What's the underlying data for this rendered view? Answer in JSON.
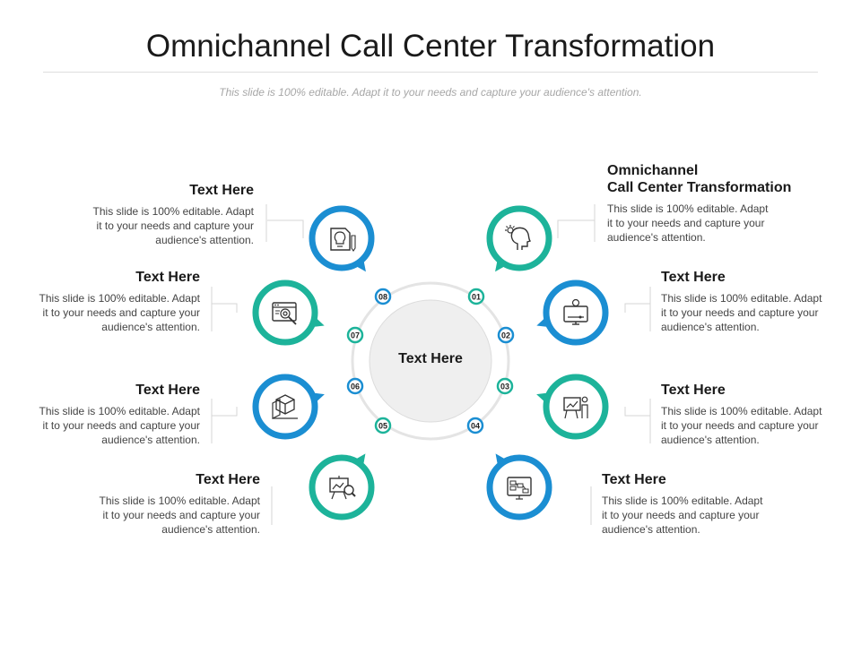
{
  "title": "Omnichannel Call Center Transformation",
  "subtitle": "This slide is 100% editable. Adapt it to your needs and capture your audience's attention.",
  "center_label": "Text Here",
  "colors": {
    "blue": "#1b8ed2",
    "green": "#1db39a",
    "ring_grey": "#e4e4e4",
    "center_grey": "#efefef",
    "line": "#d6d6d6"
  },
  "step_numbers": [
    "01",
    "02",
    "03",
    "04",
    "05",
    "06",
    "07",
    "08"
  ],
  "items": [
    {
      "title": "Omnichannel\nCall Center Transformation",
      "body": "This slide is 100% editable. Adapt\nit to your needs and capture your\naudience's attention.",
      "icon": "head-lightbulb-icon",
      "color": "green"
    },
    {
      "title": "Text Here",
      "body": "This slide is 100% editable. Adapt\nit to your needs and capture your\naudience's attention.",
      "icon": "monitor-lightbulb-icon",
      "color": "blue"
    },
    {
      "title": "Text Here",
      "body": "This slide is 100% editable. Adapt\nit to your needs and capture your\naudience's attention.",
      "icon": "presenter-board-icon",
      "color": "green"
    },
    {
      "title": "Text Here",
      "body": "This slide is 100% editable. Adapt\nit to your needs and capture your\naudience's attention.",
      "icon": "flowchart-board-icon",
      "color": "blue"
    },
    {
      "title": "Text Here",
      "body": "This slide is 100% editable. Adapt\nit to your needs and capture your\naudience's attention.",
      "icon": "chart-magnifier-icon",
      "color": "green"
    },
    {
      "title": "Text Here",
      "body": "This slide is 100% editable. Adapt\nit to your needs and capture your\naudience's attention.",
      "icon": "cube-blueprint-icon",
      "color": "blue"
    },
    {
      "title": "Text Here",
      "body": "This slide is 100% editable. Adapt\nit to your needs and capture your\naudience's attention.",
      "icon": "browser-target-icon",
      "color": "green"
    },
    {
      "title": "Text Here",
      "body": "This slide is 100% editable. Adapt\nit to your needs and capture your\naudience's attention.",
      "icon": "document-lightbulb-icon",
      "color": "blue"
    }
  ]
}
